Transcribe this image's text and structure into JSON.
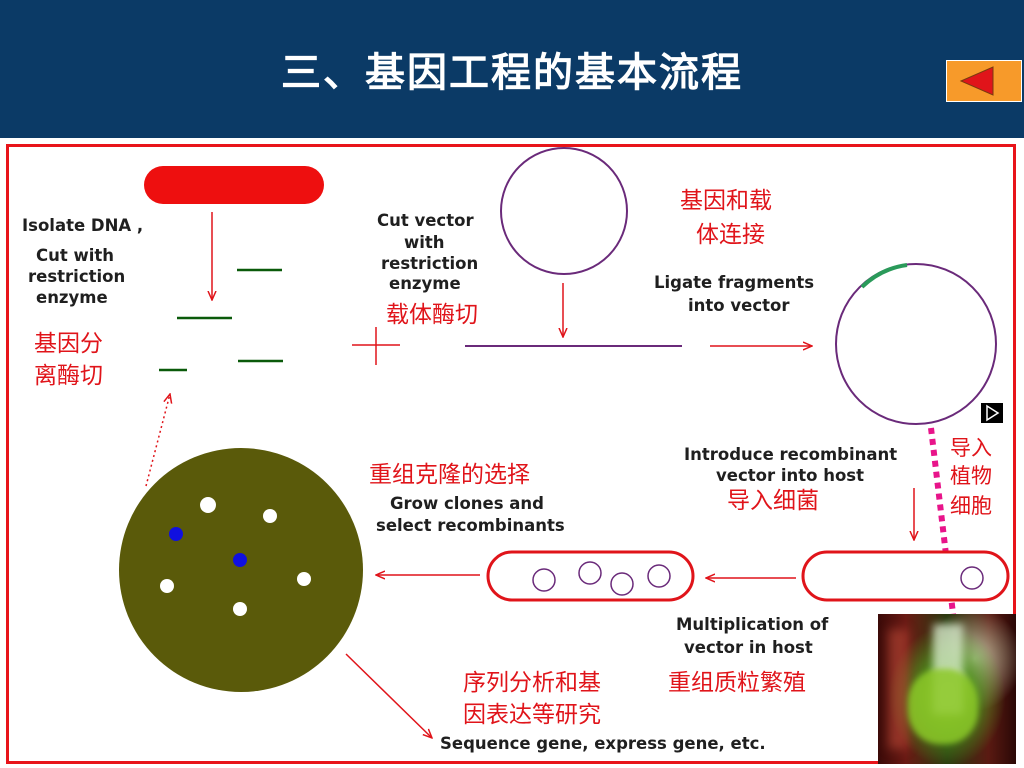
{
  "title": "三、基因工程的基本流程",
  "labels": {
    "isolate_dna": "Isolate DNA ,",
    "cut_with": "Cut with",
    "restriction": "restriction",
    "enzyme": "enzyme",
    "cut_vector": "Cut vector",
    "with": "with",
    "vector_restriction": "restriction",
    "vector_enzyme": "enzyme",
    "ligate_1": "Ligate fragments",
    "ligate_2": "into vector",
    "introduce_1": "Introduce recombinant",
    "introduce_2": "vector into host",
    "grow_1": "Grow clones and",
    "grow_2": "select recombinants",
    "mult_1": "Multiplication of",
    "mult_2": "vector in host",
    "sequence": "Sequence gene, express gene, etc."
  },
  "zh": {
    "gene_cut_1": "基因分",
    "gene_cut_2": "离酶切",
    "vector_cut": "载体酶切",
    "ligate_1": "基因和载",
    "ligate_2": "体连接",
    "into_bacteria": "导入细菌",
    "select_clone": "重组克隆的选择",
    "into_plant_1": "导入",
    "into_plant_2": "植物",
    "into_plant_3": "细胞",
    "plasmid_mult": "重组质粒繁殖",
    "study_1": "序列分析和基",
    "study_2": "因表达等研究"
  },
  "colors": {
    "header_bg": "#0b3a66",
    "accent_red": "#e8141a",
    "dna_green": "#0a5a0a",
    "vector_purple": "#6a2a7a",
    "petri": "#5a5a0a",
    "orange_button": "#f79a2a",
    "magenta_arrow": "#e8148a"
  },
  "icons": {
    "back": "back-arrow-icon",
    "play": "play-icon"
  }
}
